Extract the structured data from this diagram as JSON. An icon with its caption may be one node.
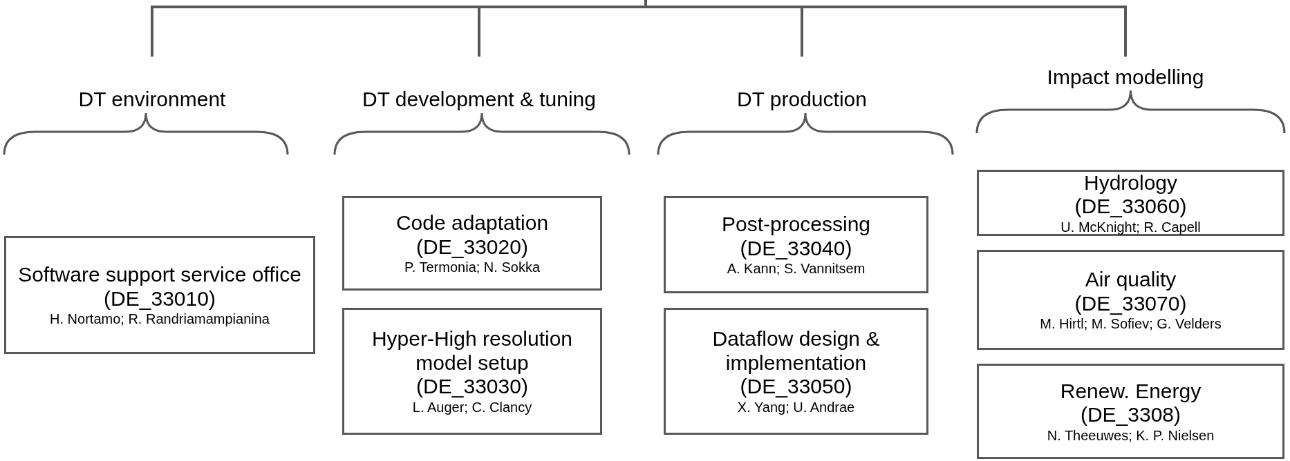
{
  "diagram": {
    "nodes": [
      {
        "text": [
          "DT environment"
        ]
      },
      {
        "text": [
          "DT development & tuning"
        ]
      },
      {
        "text": [
          "DT production"
        ]
      },
      {
        "text": [
          "Impact modelling"
        ]
      },
      {
        "text": [
          "Software support service office",
          "(DE_33010)",
          "H. Nortamo; R. Randriamampianina"
        ]
      },
      {
        "text": [
          "Code adaptation",
          "(DE_33020)",
          "P. Termonia; N. Sokka"
        ]
      },
      {
        "text": [
          "Hyper-High resolution model setup",
          "(DE_33030)",
          "L. Auger; C. Clancy"
        ]
      },
      {
        "text": [
          "Post-processing",
          "(DE_33040)",
          "A. Kann; S. Vannitsem"
        ]
      },
      {
        "text": [
          "Dataflow design & implementation",
          "(DE_33050)",
          "X. Yang; U. Andrae"
        ]
      },
      {
        "text": [
          "Hydrology",
          "(DE_33060)",
          "U. McKnight; R. Capell"
        ]
      },
      {
        "text": [
          "Air quality",
          "(DE_33070)",
          "M. Hirtl; M. Sofiev; G. Velders"
        ]
      },
      {
        "text": [
          "Renew. Energy",
          "(DE_3308)",
          "N. Theeuwes; K. P. Nielsen"
        ]
      }
    ],
    "edges": [
      {
        "from": null,
        "to": 0,
        "arrow": "none"
      },
      {
        "from": null,
        "to": 1,
        "arrow": "none"
      },
      {
        "from": null,
        "to": 2,
        "arrow": "none"
      },
      {
        "from": null,
        "to": 3,
        "arrow": "none"
      }
    ]
  }
}
